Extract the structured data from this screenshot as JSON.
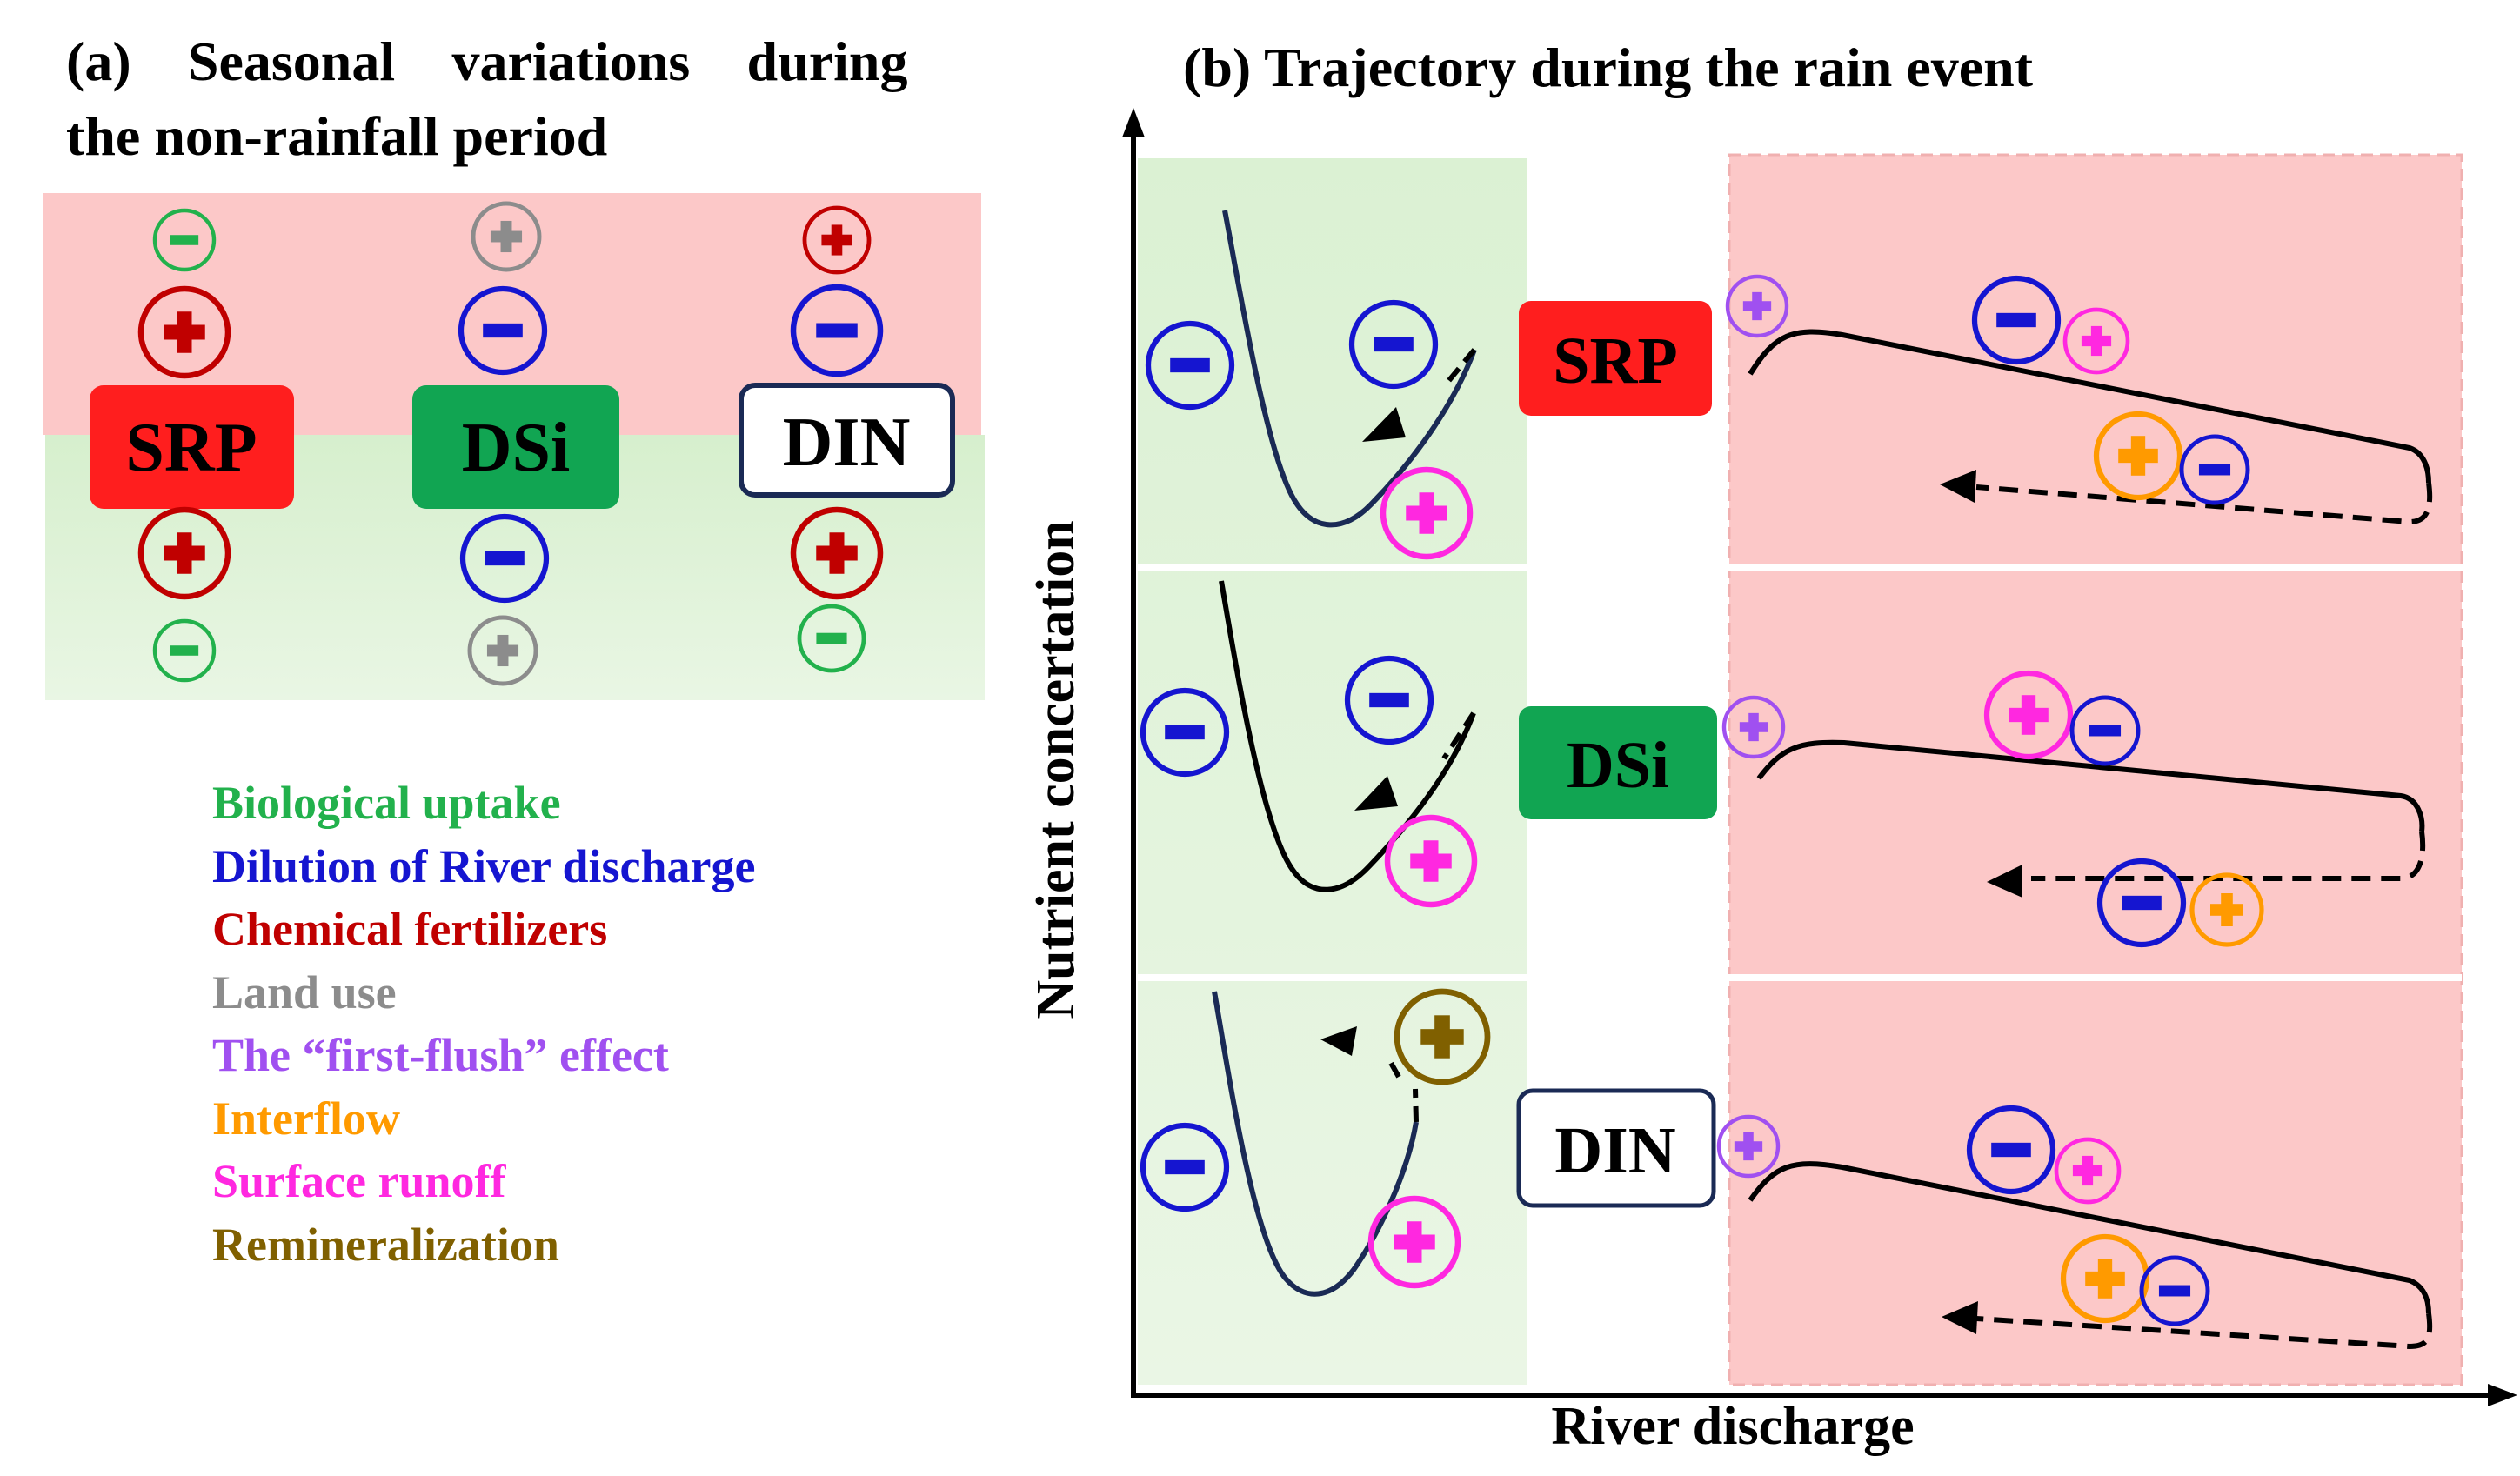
{
  "panel_a": {
    "title_line1": "(a)  Seasonal  variations  during",
    "title_line2": "the non-rainfall period",
    "columns": [
      {
        "label": "SRP",
        "box_color": "#ff1e1e",
        "text_color": "#000000",
        "signs": [
          {
            "sign": "minus",
            "role": "biological-uptake"
          },
          {
            "sign": "plus",
            "role": "chemical-fertilizers"
          },
          {
            "sign": "plus",
            "role": "chemical-fertilizers"
          },
          {
            "sign": "minus",
            "role": "biological-uptake"
          }
        ]
      },
      {
        "label": "DSi",
        "box_color": "#11a552",
        "text_color": "#000000",
        "signs": [
          {
            "sign": "plus",
            "role": "land-use"
          },
          {
            "sign": "minus",
            "role": "dilution"
          },
          {
            "sign": "minus",
            "role": "dilution"
          },
          {
            "sign": "plus",
            "role": "land-use"
          }
        ]
      },
      {
        "label": "DIN",
        "box_color": "#ffffff",
        "text_color": "#000000",
        "signs": [
          {
            "sign": "plus",
            "role": "chemical-fertilizers"
          },
          {
            "sign": "minus",
            "role": "dilution"
          },
          {
            "sign": "plus",
            "role": "chemical-fertilizers"
          },
          {
            "sign": "minus",
            "role": "biological-uptake"
          }
        ]
      }
    ]
  },
  "legend": [
    {
      "label": "Biological uptake",
      "key": "biological-uptake",
      "color": "#22b14c"
    },
    {
      "label": "Dilution of River discharge",
      "key": "dilution",
      "color": "#1515d0"
    },
    {
      "label": "Chemical fertilizers",
      "key": "chemical-fertilizers",
      "color": "#c00000"
    },
    {
      "label": "Land use",
      "key": "land-use",
      "color": "#8c8c8c"
    },
    {
      "label": "The “first-flush” effect",
      "key": "first-flush",
      "color": "#a050f0"
    },
    {
      "label": "Interflow",
      "key": "interflow",
      "color": "#ff9a00"
    },
    {
      "label": "Surface runoff",
      "key": "surface-runoff",
      "color": "#ff28e0"
    },
    {
      "label": "Remineralization",
      "key": "remineralization",
      "color": "#806000"
    }
  ],
  "panel_b": {
    "title": "(b) Trajectory during the rain event",
    "y_axis_label": "Nutrient concertation",
    "x_axis_label": "River discharge",
    "rows": [
      {
        "label": "SRP",
        "box_color": "#ff1e1e",
        "left_signs": [
          {
            "sign": "minus",
            "role": "dilution"
          },
          {
            "sign": "minus",
            "role": "dilution"
          },
          {
            "sign": "plus",
            "role": "surface-runoff"
          }
        ],
        "right_signs": [
          {
            "sign": "plus",
            "role": "first-flush"
          },
          {
            "sign": "minus",
            "role": "dilution"
          },
          {
            "sign": "plus",
            "role": "surface-runoff"
          },
          {
            "sign": "plus",
            "role": "interflow"
          },
          {
            "sign": "minus",
            "role": "dilution"
          }
        ]
      },
      {
        "label": "DSi",
        "box_color": "#11a552",
        "left_signs": [
          {
            "sign": "minus",
            "role": "dilution"
          },
          {
            "sign": "minus",
            "role": "dilution"
          },
          {
            "sign": "plus",
            "role": "surface-runoff"
          }
        ],
        "right_signs": [
          {
            "sign": "plus",
            "role": "first-flush"
          },
          {
            "sign": "plus",
            "role": "surface-runoff"
          },
          {
            "sign": "minus",
            "role": "dilution"
          },
          {
            "sign": "minus",
            "role": "dilution"
          },
          {
            "sign": "plus",
            "role": "interflow"
          }
        ]
      },
      {
        "label": "DIN",
        "box_color": "#ffffff",
        "left_signs": [
          {
            "sign": "plus",
            "role": "remineralization"
          },
          {
            "sign": "minus",
            "role": "dilution"
          },
          {
            "sign": "plus",
            "role": "surface-runoff"
          }
        ],
        "right_signs": [
          {
            "sign": "plus",
            "role": "first-flush"
          },
          {
            "sign": "minus",
            "role": "dilution"
          },
          {
            "sign": "plus",
            "role": "surface-runoff"
          },
          {
            "sign": "plus",
            "role": "interflow"
          },
          {
            "sign": "minus",
            "role": "dilution"
          }
        ]
      }
    ]
  }
}
